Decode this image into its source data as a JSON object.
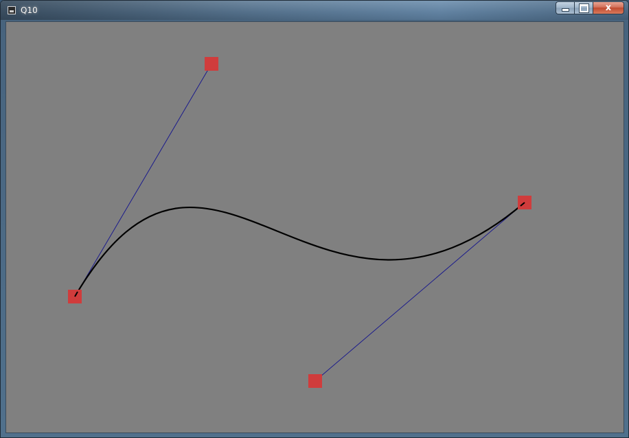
{
  "window": {
    "title": "Q10",
    "icon": "app-window-icon",
    "caption_buttons": {
      "minimize_icon": "minimize-icon",
      "maximize_icon": "maximize-icon",
      "close_icon": "close-icon",
      "close_glyph": "x"
    }
  },
  "colors": {
    "canvas_background": "#808080",
    "control_point": "#d03c3c",
    "control_line": "#1a1a8c",
    "curve": "#000000"
  },
  "bezier_segments": [
    {
      "anchor_start": "anchor-left",
      "handle_start": "handle-top",
      "handle_end": "handle-bottom",
      "anchor_end": "anchor-right"
    }
  ]
}
